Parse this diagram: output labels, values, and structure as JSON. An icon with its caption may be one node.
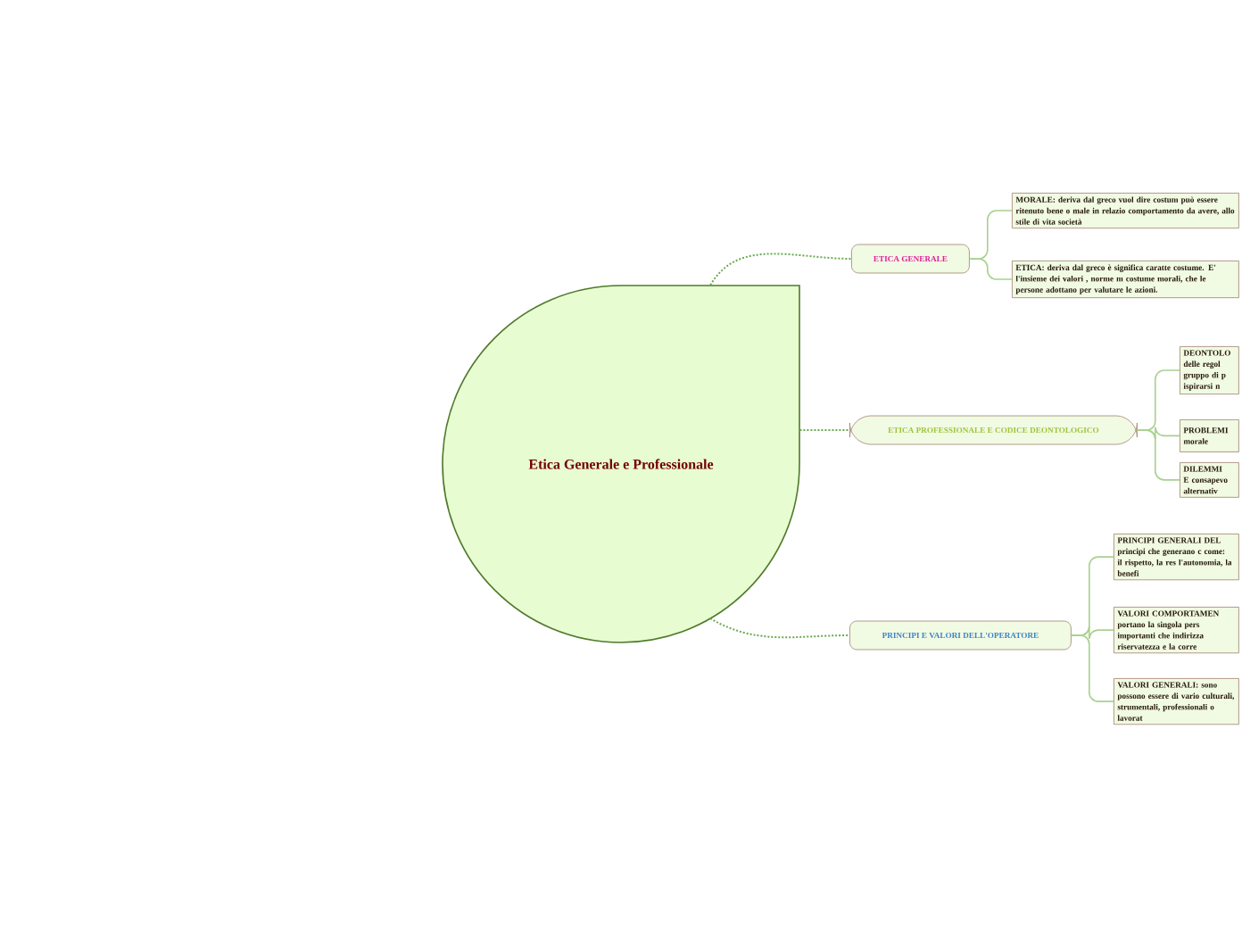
{
  "diagram": {
    "nodes": [
      {
        "text": [
          "Etica Generale e Professionale"
        ]
      },
      {
        "text": [
          "ETICA GENERALE"
        ]
      },
      {
        "text": [
          "MORALE: deriva dal greco vuol dire costum può essere ritenuto bene o male in relazio comportamento da avere, allo stile di vita società"
        ]
      },
      {
        "text": [
          "ETICA: deriva dal greco è significa caratte costume. E' l'insieme dei valori , norme m costume morali, che le persone adottano per valutare le azioni."
        ]
      },
      {
        "text": [
          "ETICA PROFESSIONALE E CODICE DEONTOLOGICO"
        ]
      },
      {
        "text": [
          "DEONTOLO delle regol gruppo di p ispirarsi n"
        ]
      },
      {
        "text": [
          "PROBLEMI morale"
        ]
      },
      {
        "text": [
          "DILEMMI E consapevo alternativ"
        ]
      },
      {
        "text": [
          "PRINCIPI E VALORI DELL'OPERATORE"
        ]
      },
      {
        "text": [
          "PRINCIPI GENERALI DEL principi che generano c come: il rispetto, la res l'autonomia, la benefi"
        ]
      },
      {
        "text": [
          "VALORI COMPORTAMEN portano la singola pers importanti che indirizza riservatezza e la corre"
        ]
      },
      {
        "text": [
          "VALORI GENERALI: sono possono essere di vario culturali, strumentali, professionali o lavorat"
        ]
      }
    ],
    "edges": [
      {
        "from": 0,
        "to": 1,
        "arrow": "none",
        "style": "dashed",
        "color": "#6aa84f"
      },
      {
        "from": 0,
        "to": 4,
        "arrow": "none",
        "style": "dashed",
        "color": "#6aa84f"
      },
      {
        "from": 0,
        "to": 8,
        "arrow": "none",
        "style": "dashed",
        "color": "#6aa84f"
      },
      {
        "from": 1,
        "to": 2,
        "arrow": "none"
      },
      {
        "from": 1,
        "to": 3,
        "arrow": "none"
      },
      {
        "from": 4,
        "to": 5,
        "arrow": "none"
      },
      {
        "from": 4,
        "to": 6,
        "arrow": "none"
      },
      {
        "from": 4,
        "to": 7,
        "arrow": "none"
      },
      {
        "from": 8,
        "to": 9,
        "arrow": "none"
      },
      {
        "from": 8,
        "to": 10,
        "arrow": "none"
      },
      {
        "from": 8,
        "to": 11,
        "arrow": "none"
      }
    ]
  }
}
